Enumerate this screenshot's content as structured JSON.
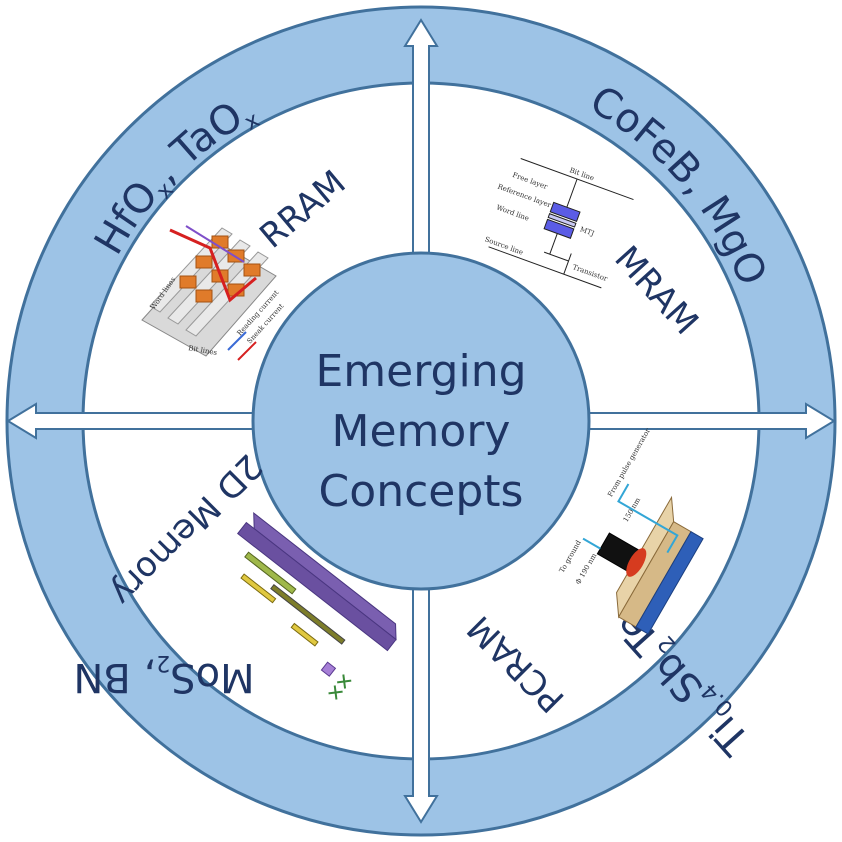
{
  "center": {
    "line1": "Emerging",
    "line2": "Memory",
    "line3": "Concepts"
  },
  "quadrants": {
    "rram": {
      "title": "RRAM",
      "materials": "HfOx, TaOx",
      "figure_labels": {
        "word_lines": "Word lines",
        "bit_lines": "Bit lines",
        "reading_current": "Reading current",
        "sneak_current": "Sneak current"
      }
    },
    "mram": {
      "title": "MRAM",
      "materials": "CoFeB, MgO",
      "figure_labels": {
        "bit_line": "Bit line",
        "free_layer": "Free layer",
        "reference_layer": "Reference layer",
        "word_line": "Word line",
        "source_line": "Source line",
        "transistor": "Transistor",
        "mtj": "MTJ"
      }
    },
    "pcram": {
      "title": "PCRAM",
      "materials": "Ti0.4Sb2Te3",
      "figure_labels": {
        "dim1": "150 nm",
        "dim2": "Φ 190 nm",
        "ground": "To ground",
        "pulse": "From pulse generator"
      }
    },
    "mem2d": {
      "title": "2D Memory",
      "materials": "MoS2, BN"
    }
  },
  "colors": {
    "ring": "#9dc3e6",
    "ring_stroke": "#41719c",
    "text": "#1f3564",
    "arrow_fill": "#ffffff"
  },
  "icons": [
    "double-arrow-vertical-icon",
    "double-arrow-horizontal-icon"
  ]
}
